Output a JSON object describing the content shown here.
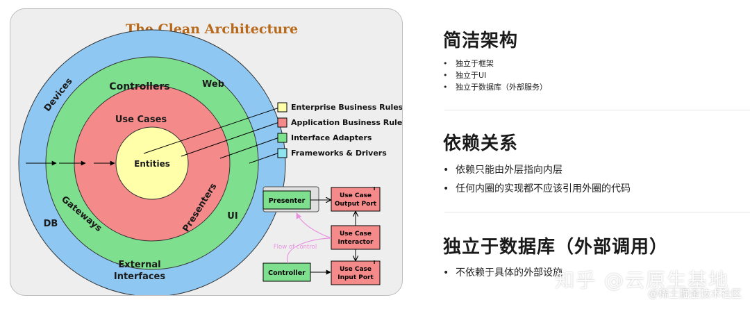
{
  "diagram": {
    "title": "The Clean Architecture",
    "rings": {
      "entities": "Entities",
      "use_cases": "Use Cases",
      "controllers": "Controllers",
      "gateways": "Gateways",
      "presenters": "Presenters",
      "devices": "Devices",
      "web": "Web",
      "db": "DB",
      "ui": "UI",
      "external_1": "External",
      "external_2": "Interfaces"
    },
    "legend": [
      {
        "label": "Enterprise Business Rules",
        "color": "#ffffaa"
      },
      {
        "label": "Application Business Rules",
        "color": "#f58a8a"
      },
      {
        "label": "Interface Adapters",
        "color": "#7de28e"
      },
      {
        "label": "Frameworks & Drivers",
        "color": "#8fe3ef"
      }
    ],
    "flow": {
      "presenter": "Presenter",
      "output_port_1": "Use Case",
      "output_port_2": "Output Port",
      "interactor_1": "Use Case",
      "interactor_2": "Interactor",
      "controller": "Controller",
      "input_port_1": "Use Case",
      "input_port_2": "Input Port",
      "flow_label": "Flow of control",
      "output_port_marker": "I",
      "input_port_marker": "I"
    },
    "colors": {
      "outer": "#8ec8f2",
      "adapters": "#7ee08f",
      "application": "#f58a8a",
      "entities": "#ffffaa",
      "title": "#b8691a",
      "flow": "#e892e0"
    }
  },
  "sections": [
    {
      "title": "简洁架构",
      "bullets": [
        "独立于框架",
        "独立于UI",
        "独立于数据库（外部服务）"
      ]
    },
    {
      "title": "依赖关系",
      "bullets": [
        "依赖只能由外层指向内层",
        "任何内圈的实现都不应该引用外圈的代码"
      ]
    },
    {
      "title": "独立于数据库（外部调用）",
      "bullets": [
        "不依赖于具体的外部设施"
      ]
    }
  ],
  "watermark": {
    "main": "知乎 @云原生基地",
    "sub": "@稀土掘金技术社区"
  }
}
